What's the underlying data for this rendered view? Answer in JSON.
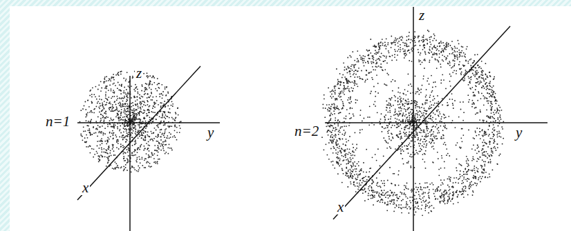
{
  "diagram": {
    "labels": [
      "z",
      "n=1",
      "y",
      "x",
      "z",
      "n=2",
      "y",
      "x"
    ]
  }
}
